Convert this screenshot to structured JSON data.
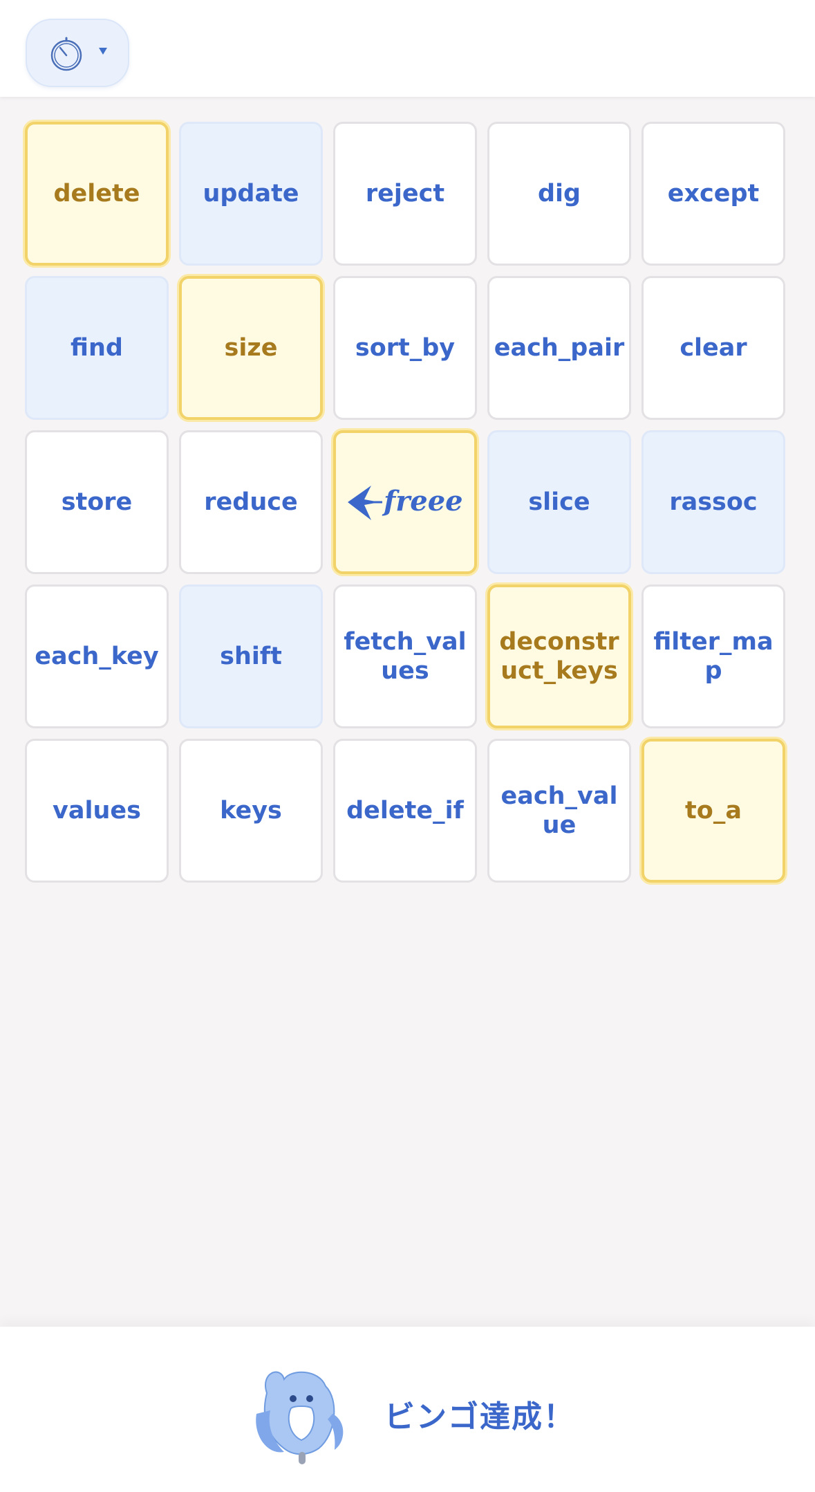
{
  "header": {
    "timer_icon": "stopwatch-icon",
    "caret_icon": "caret-down-icon"
  },
  "board": {
    "logo_icon": "freee-logo-icon",
    "cells": [
      {
        "label": "delete",
        "state": "yellow"
      },
      {
        "label": "update",
        "state": "blue"
      },
      {
        "label": "reject",
        "state": "white"
      },
      {
        "label": "dig",
        "state": "white"
      },
      {
        "label": "except",
        "state": "white"
      },
      {
        "label": "find",
        "state": "blue"
      },
      {
        "label": "size",
        "state": "yellow"
      },
      {
        "label": "sort_by",
        "state": "white"
      },
      {
        "label": "each_pair",
        "state": "white"
      },
      {
        "label": "clear",
        "state": "white"
      },
      {
        "label": "store",
        "state": "white"
      },
      {
        "label": "reduce",
        "state": "white"
      },
      {
        "label": "",
        "state": "yellow"
      },
      {
        "label": "slice",
        "state": "blue"
      },
      {
        "label": "rassoc",
        "state": "blue"
      },
      {
        "label": "each_key",
        "state": "white"
      },
      {
        "label": "shift",
        "state": "blue"
      },
      {
        "label": "fetch_values",
        "state": "white"
      },
      {
        "label": "deconstruct_keys",
        "state": "yellow"
      },
      {
        "label": "filter_map",
        "state": "white"
      },
      {
        "label": "values",
        "state": "white"
      },
      {
        "label": "keys",
        "state": "white"
      },
      {
        "label": "delete_if",
        "state": "white"
      },
      {
        "label": "each_value",
        "state": "white"
      },
      {
        "label": "to_a",
        "state": "yellow"
      }
    ]
  },
  "footer": {
    "mascot_icon": "bird-mascot-icon",
    "bingo_label": "ビンゴ達成！"
  },
  "colors": {
    "text_blue": "#3a67c9",
    "text_gold": "#a77a1e",
    "cell_blue": "#e9f1fd",
    "cell_yellow": "#fffbe3",
    "border_yellow": "#f1d36a"
  }
}
